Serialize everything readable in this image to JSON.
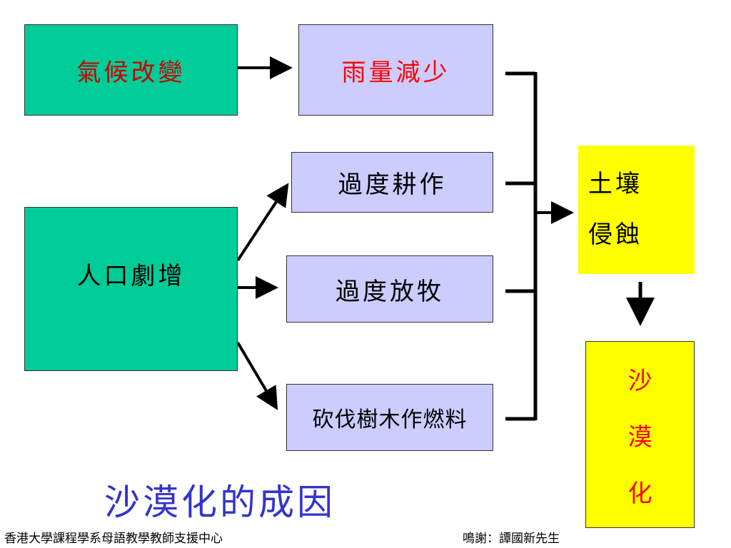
{
  "nodes": {
    "climate_change": "氣候改變",
    "less_rain": "雨量減少",
    "population": "人口劇增",
    "over_cultivation": "過度耕作",
    "over_grazing": "過度放牧",
    "deforestation": "砍伐樹木作燃料",
    "soil_line1": "土壤",
    "soil_line2": "侵蝕",
    "desert_chars": [
      "沙",
      "漠",
      "化"
    ]
  },
  "title": "沙漠化的成因",
  "footer": {
    "left": "香港大學課程學系母語教學教師支援中心",
    "right": "鳴謝：譚國新先生"
  },
  "colors": {
    "green": "#00cc99",
    "lavender": "#ccccff",
    "yellow": "#ffff00",
    "red": "#ff0000",
    "dark_red": "#cc0000",
    "title_blue": "#3333cc"
  }
}
